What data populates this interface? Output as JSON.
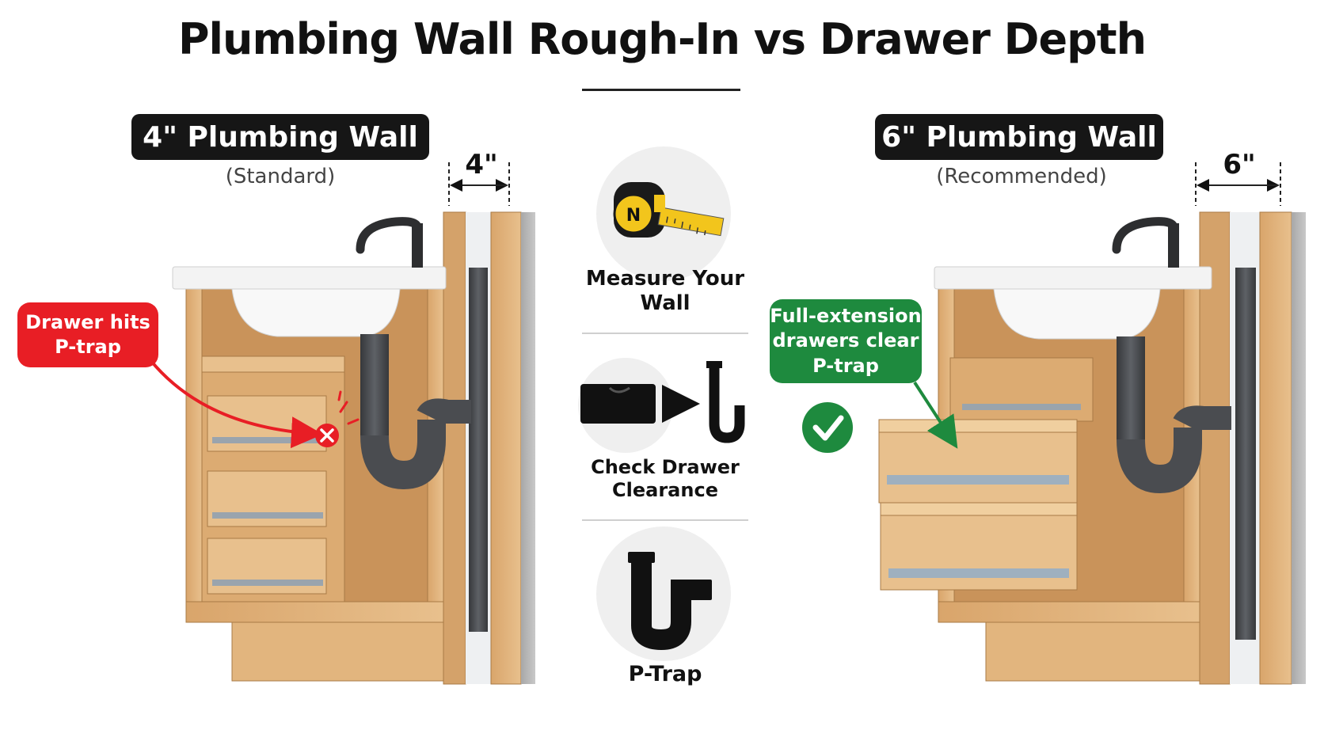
{
  "title": "Plumbing Wall Rough-In vs Drawer Depth",
  "left_panel": {
    "heading": "4\" Plumbing Wall",
    "subheading": "(Standard)",
    "dimension": "4\"",
    "callout": "Drawer hits P-trap",
    "status_icon": "x-icon",
    "status_color": "#e81e25"
  },
  "right_panel": {
    "heading": "6\" Plumbing Wall",
    "subheading": "(Recommended)",
    "dimension": "6\"",
    "callout": "Full-extension drawers clear P-trap",
    "status_icon": "check-icon",
    "status_color": "#1e8a3e"
  },
  "steps": [
    {
      "icon": "tape-measure-icon",
      "label": "Measure Your Wall"
    },
    {
      "icon": "drawer-to-p-trap-icon",
      "label": "Check Drawer Clearance"
    },
    {
      "icon": "p-trap-icon",
      "label": "P-Trap"
    }
  ],
  "colors": {
    "wood": "#e2b57e",
    "wood_dark": "#c8925a",
    "pipe": "#4a4c50",
    "concrete": "#b5b5b5",
    "red": "#e81e25",
    "green": "#1e8a3e",
    "pill": "#161616"
  }
}
